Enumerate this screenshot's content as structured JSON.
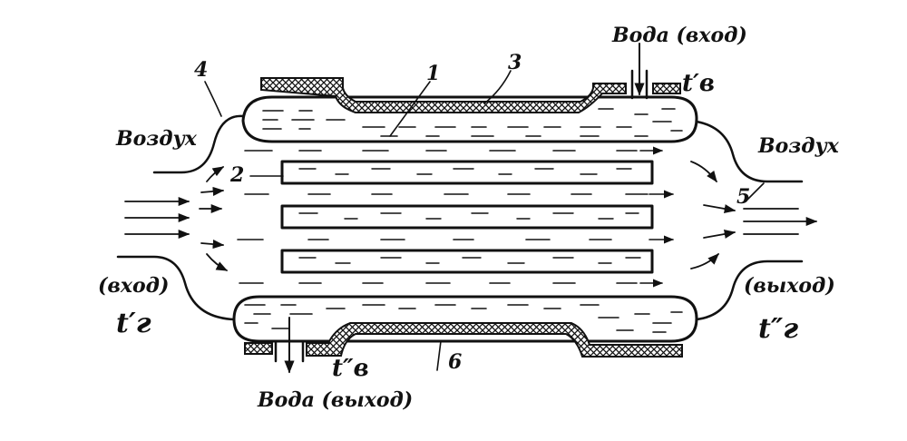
{
  "labels": {
    "air_in": "Воздух",
    "air_out": "Воздух",
    "water_in": "Вода (вход)",
    "water_out": "Вода (выход)",
    "inlet_note": "(вход)",
    "outlet_note": "(выход)",
    "t_gas_in": "t′г",
    "t_gas_out": "t″г",
    "t_water_in": "t′в",
    "t_water_out": "t″в"
  },
  "callouts": {
    "c1": "1",
    "c2": "2",
    "c3": "3",
    "c4": "4",
    "c5": "5",
    "c6": "6"
  },
  "colors": {
    "ink": "#111111",
    "background": "#ffffff"
  }
}
